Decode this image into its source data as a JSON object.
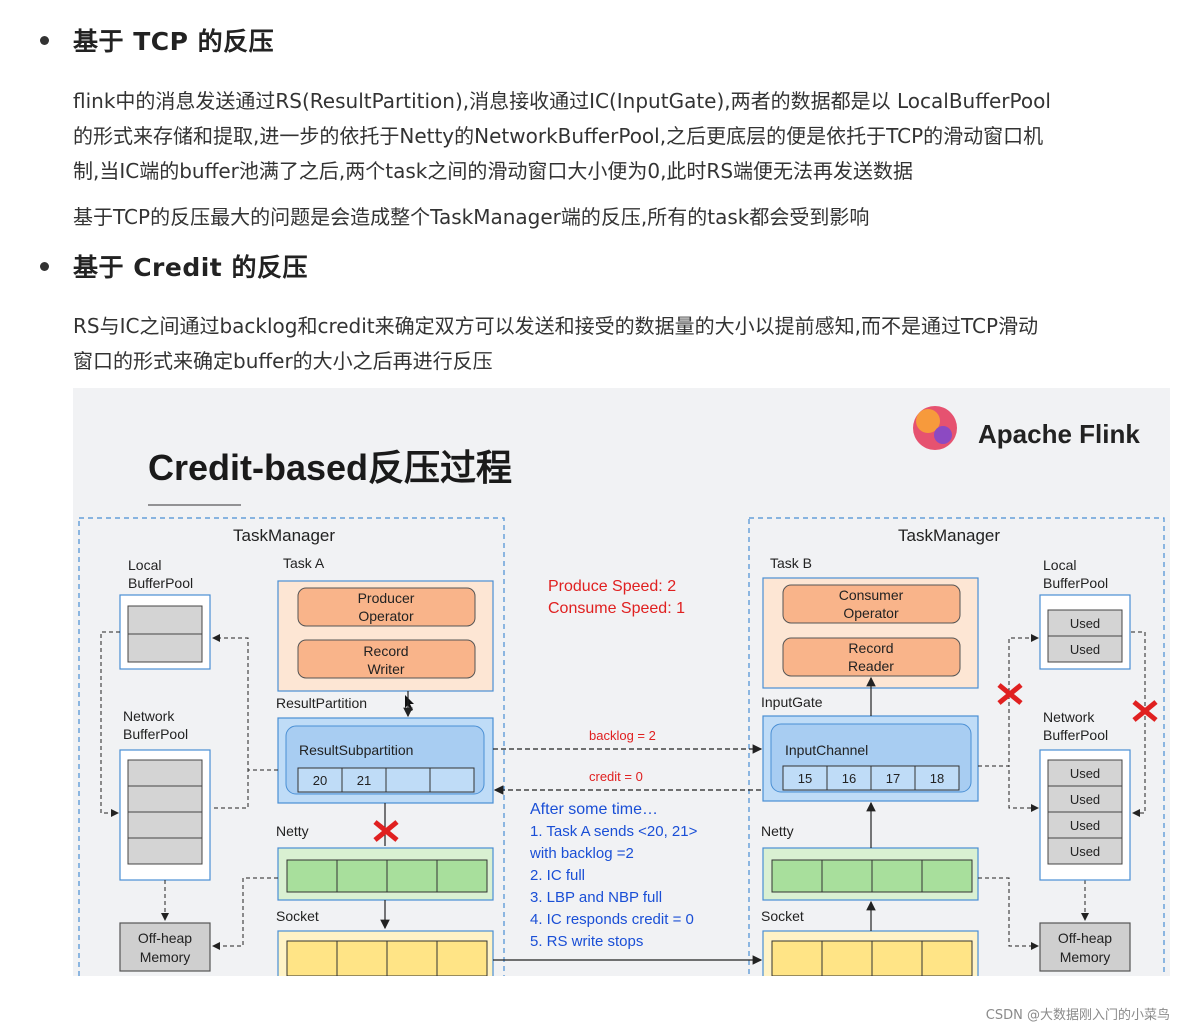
{
  "section1": {
    "heading": "基于 TCP 的反压",
    "para1_line1": "flink中的消息发送通过RS(ResultPartition),消息接收通过IC(InputGate),两者的数据都是以 LocalBufferPool",
    "para1_line2": "的形式来存储和提取,进一步的依托于Netty的NetworkBufferPool,之后更底层的便是依托于TCP的滑动窗口机",
    "para1_line3": "制,当IC端的buffer池满了之后,两个task之间的滑动窗口大小便为0,此时RS端便无法再发送数据",
    "para2": "基于TCP的反压最大的问题是会造成整个TaskManager端的反压,所有的task都会受到影响"
  },
  "section2": {
    "heading": "基于 Credit 的反压",
    "para1_line1": "RS与IC之间通过backlog和credit来确定双方可以发送和接受的数据量的大小以提前感知,而不是通过TCP滑动",
    "para1_line2": "窗口的形式来确定buffer的大小之后再进行反压"
  },
  "diagram": {
    "title": "Credit-based反压过程",
    "brand": "Apache Flink",
    "left": {
      "tm": "TaskManager",
      "local_pool_1": "Local",
      "local_pool_2": "BufferPool",
      "task": "Task A",
      "producer_1": "Producer",
      "producer_2": "Operator",
      "record_1": "Record",
      "record_2": "Writer",
      "result_partition": "ResultPartition",
      "subpartition": "ResultSubpartition",
      "buffers": [
        "20",
        "21",
        "",
        ""
      ],
      "network_pool_1": "Network",
      "network_pool_2": "BufferPool",
      "netty": "Netty",
      "socket": "Socket",
      "offheap_1": "Off-heap",
      "offheap_2": "Memory"
    },
    "right": {
      "tm": "TaskManager",
      "local_pool_1": "Local",
      "local_pool_2": "BufferPool",
      "local_used": [
        "Used",
        "Used"
      ],
      "task": "Task B",
      "consumer_1": "Consumer",
      "consumer_2": "Operator",
      "record_1": "Record",
      "record_2": "Reader",
      "input_gate": "InputGate",
      "channel": "InputChannel",
      "buffers": [
        "15",
        "16",
        "17",
        "18"
      ],
      "network_pool_1": "Network",
      "network_pool_2": "BufferPool",
      "network_used": [
        "Used",
        "Used",
        "Used",
        "Used"
      ],
      "netty": "Netty",
      "socket": "Socket",
      "offheap_1": "Off-heap",
      "offheap_2": "Memory"
    },
    "middle": {
      "produce_speed": "Produce Speed:  2",
      "consume_speed": "Consume Speed:  1",
      "backlog": "backlog = 2",
      "credit": "credit = 0",
      "steps_title": "After some time…",
      "step1a": "1.   Task A sends <20, 21>",
      "step1b": "with backlog =2",
      "step2": "2.   IC full",
      "step3": "3.   LBP and NBP full",
      "step4": "4.   IC responds credit = 0",
      "step5": "5.   RS write stops"
    },
    "colors": {
      "red": "#e02020",
      "blue_text": "#1a4fd6",
      "orange": "#f9b48a",
      "green": "#a8df9c",
      "yellow": "#ffe486",
      "blue_box": "#bfdcf7",
      "border": "#4a8fd4"
    }
  },
  "watermark": "CSDN @大数据刚入门的小菜鸟"
}
